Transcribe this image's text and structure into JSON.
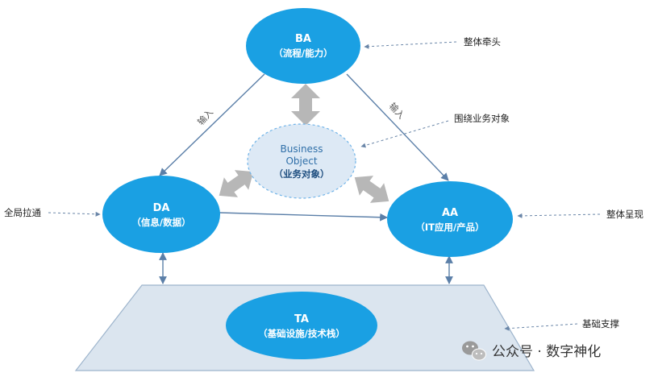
{
  "colors": {
    "node_fill": "#1aa0e3",
    "bo_fill": "#dde9f5",
    "bo_stroke": "#6fb3e8",
    "platform_fill": "#dbe5ef",
    "platform_stroke": "#9db4cc",
    "arrow": "#5b7fa8",
    "big_arrow": "#b7b7b7",
    "dashed": "#6a86a8"
  },
  "nodes": {
    "ba": {
      "title": "BA",
      "subtitle": "（流程/能力）"
    },
    "da": {
      "title": "DA",
      "subtitle": "（信息/数据）"
    },
    "aa": {
      "title": "AA",
      "subtitle": "（IT应用/产品）"
    },
    "ta": {
      "title": "TA",
      "subtitle": "（基础设施/技术栈）"
    },
    "bo": {
      "line1": "Business",
      "line2": "Object",
      "subtitle": "（业务对象）"
    }
  },
  "edge_labels": {
    "ba_to_da": "输入",
    "ba_to_aa": "输入"
  },
  "annotations": {
    "ba": "整体牵头",
    "bo": "围绕业务对象",
    "da": "全局拉通",
    "aa": "整体呈现",
    "ta": "基础支撑"
  },
  "watermark": {
    "icon": "wechat-icon",
    "text": "公众号 · 数字神化"
  }
}
